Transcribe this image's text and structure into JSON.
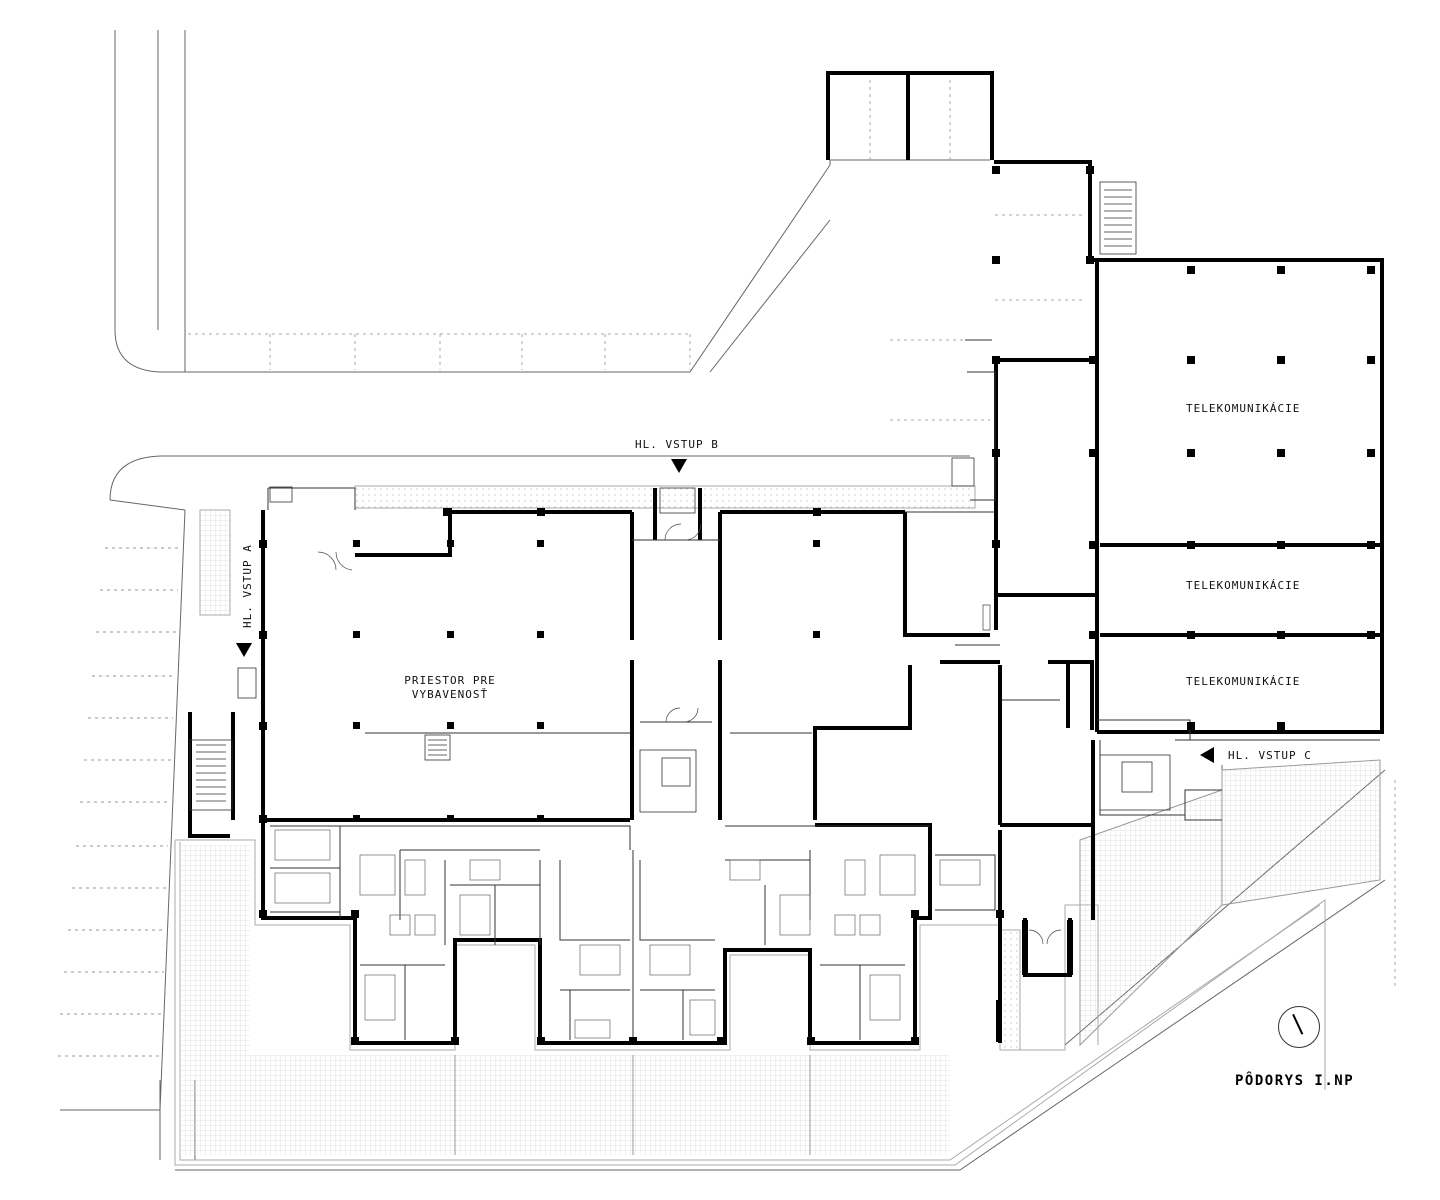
{
  "plan": {
    "title": "PÔDORYS I.NP",
    "entrances": {
      "a": "HL. VSTUP A",
      "b": "HL. VSTUP B",
      "c": "HL. VSTUP C"
    },
    "rooms": {
      "retail_line1": "PRIESTOR PRE",
      "retail_line2": "VYBAVENOSŤ",
      "telecom_1": "TELEKOMUNIKÁCIE",
      "telecom_2": "TELEKOMUNIKÁCIE",
      "telecom_3": "TELEKOMUNIKÁCIE"
    },
    "icons": {
      "north_arrow": "north-arrow-icon",
      "entrance_marker": "triangle-arrow-icon"
    },
    "colors": {
      "wall": "#000000",
      "thin_line": "#555555",
      "hatch": "#bbbbbb"
    }
  }
}
